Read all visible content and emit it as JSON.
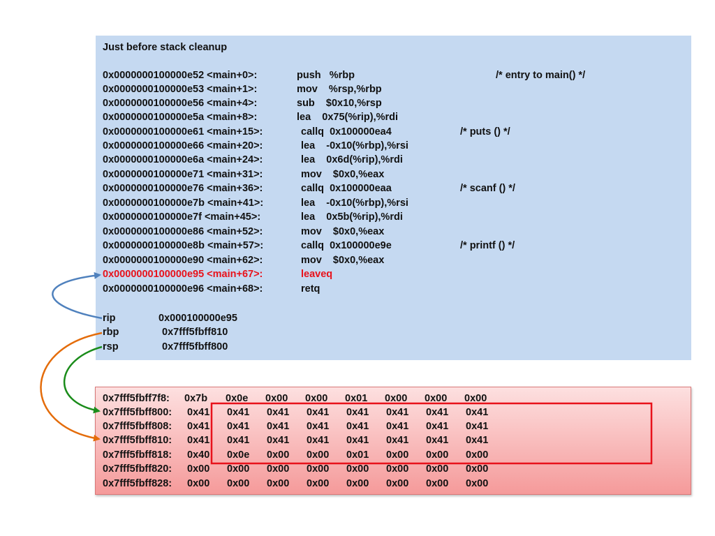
{
  "title": "Just before stack cleanup",
  "asm_lines": [
    {
      "addr": "0x0000000100000e52 <main+0>:",
      "instr": "push   %rbp"
    },
    {
      "addr": "0x0000000100000e53 <main+1>:",
      "instr": "mov    %rsp,%rbp"
    },
    {
      "addr": "0x0000000100000e56 <main+4>:",
      "instr": "sub    $0x10,%rsp"
    },
    {
      "addr": "0x0000000100000e5a <main+8>:",
      "instr": "lea    0x75(%rip),%rdi"
    },
    {
      "addr": "0x0000000100000e61 <main+15>:",
      "instr": "callq  0x100000ea4"
    },
    {
      "addr": "0x0000000100000e66 <main+20>:",
      "instr": "lea    -0x10(%rbp),%rsi"
    },
    {
      "addr": "0x0000000100000e6a <main+24>:",
      "instr": "lea    0x6d(%rip),%rdi"
    },
    {
      "addr": "0x0000000100000e71 <main+31>:",
      "instr": "mov    $0x0,%eax"
    },
    {
      "addr": "0x0000000100000e76 <main+36>:",
      "instr": "callq  0x100000eaa"
    },
    {
      "addr": "0x0000000100000e7b <main+41>:",
      "instr": "lea    -0x10(%rbp),%rsi"
    },
    {
      "addr": "0x0000000100000e7f <main+45>:",
      "instr": "lea    0x5b(%rip),%rdi"
    },
    {
      "addr": "0x0000000100000e86 <main+52>:",
      "instr": "mov    $0x0,%eax"
    },
    {
      "addr": "0x0000000100000e8b <main+57>:",
      "instr": "callq  0x100000e9e"
    },
    {
      "addr": "0x0000000100000e90 <main+62>:",
      "instr": "mov    $0x0,%eax"
    },
    {
      "addr": "0x0000000100000e95 <main+67>:",
      "instr": "leaveq"
    },
    {
      "addr": "0x0000000100000e96 <main+68>:",
      "instr": "retq"
    }
  ],
  "comments": {
    "entry": "/* entry to main() */",
    "puts": "/* puts () */",
    "scanf": "/* scanf () */",
    "printf": "/* printf () */"
  },
  "registers": [
    {
      "name": "rip",
      "value": "0x000100000e95"
    },
    {
      "name": "rbp",
      "value": "0x7fff5fbff810"
    },
    {
      "name": "rsp",
      "value": "0x7fff5fbff800"
    }
  ],
  "memory": [
    {
      "addr": "0x7fff5fbff7f8:",
      "bytes": [
        "0x7b",
        "0x0e",
        "0x00",
        "0x00",
        "0x01",
        "0x00",
        "0x00",
        "0x00"
      ]
    },
    {
      "addr": "0x7fff5fbff800:",
      "bytes": [
        "0x41",
        "0x41",
        "0x41",
        "0x41",
        "0x41",
        "0x41",
        "0x41",
        "0x41"
      ]
    },
    {
      "addr": "0x7fff5fbff808:",
      "bytes": [
        "0x41",
        "0x41",
        "0x41",
        "0x41",
        "0x41",
        "0x41",
        "0x41",
        "0x41"
      ]
    },
    {
      "addr": "0x7fff5fbff810:",
      "bytes": [
        "0x41",
        "0x41",
        "0x41",
        "0x41",
        "0x41",
        "0x41",
        "0x41",
        "0x41"
      ]
    },
    {
      "addr": "0x7fff5fbff818:",
      "bytes": [
        "0x40",
        "0x0e",
        "0x00",
        "0x00",
        "0x01",
        "0x00",
        "0x00",
        "0x00"
      ]
    },
    {
      "addr": "0x7fff5fbff820:",
      "bytes": [
        "0x00",
        "0x00",
        "0x00",
        "0x00",
        "0x00",
        "0x00",
        "0x00",
        "0x00"
      ]
    },
    {
      "addr": "0x7fff5fbff828:",
      "bytes": [
        "0x00",
        "0x00",
        "0x00",
        "0x00",
        "0x00",
        "0x00",
        "0x00",
        "0x00"
      ]
    }
  ],
  "colors": {
    "panel_blue": "#c5d9f1",
    "panel_red": "#f59a9a",
    "highlight_red": "#e8121b",
    "arrow_rip": "#4f81bd",
    "arrow_rbp": "#e46c0a",
    "arrow_rsp": "#1a8c1a"
  }
}
